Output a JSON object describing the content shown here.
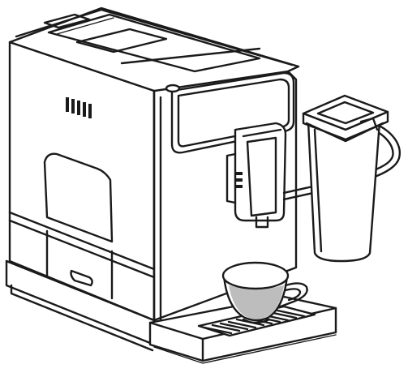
{
  "colors": {
    "line": "#1a1a1a",
    "background": "#ffffff",
    "coffee": "#bdbdbd"
  },
  "illustration": {
    "subject": "coffee-machine-with-milk-container",
    "parts": [
      "machine-body",
      "bean-hopper-lid",
      "control-panel",
      "power-button",
      "vent-grille",
      "service-door",
      "drip-tray",
      "drip-tray-grille",
      "drip-tray-handle",
      "coffee-spout",
      "milk-hose",
      "milk-container",
      "coffee-cup"
    ]
  }
}
